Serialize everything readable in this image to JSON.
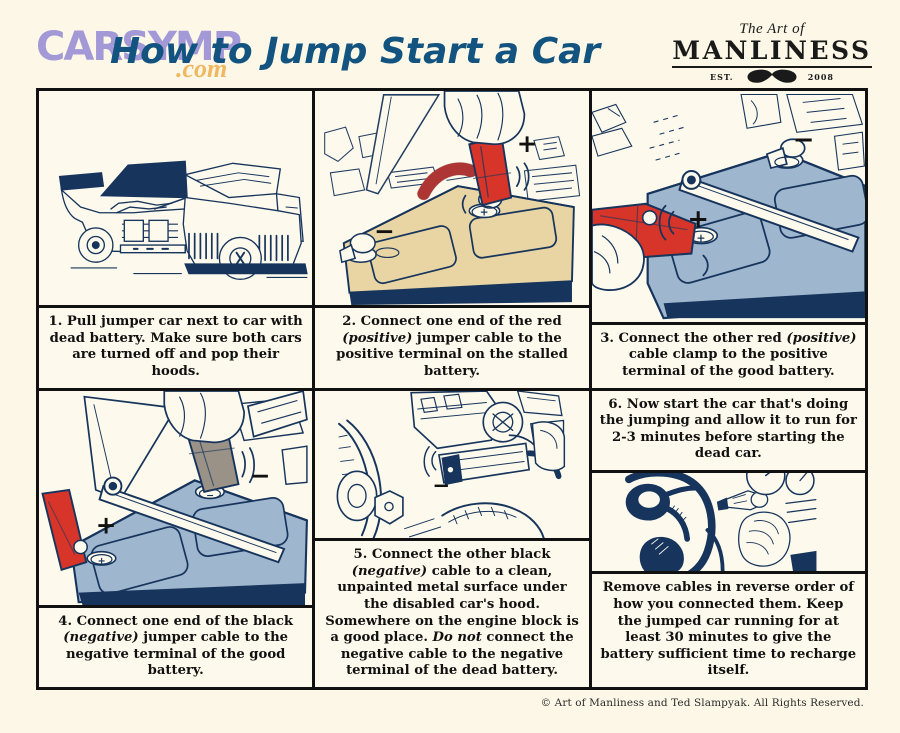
{
  "page": {
    "background_color": "#fcf7e6",
    "ink_color": "#17355c",
    "accent_red": "#d8352a",
    "battery_tan": "#e8d5a3",
    "battery_blue": "#9fb6cf",
    "border_color": "#111111"
  },
  "header": {
    "title": "How to Jump Start a Car",
    "title_color": "#12537f",
    "watermark": {
      "brand": "CARSYMP",
      "suffix": ".com",
      "brand_color": "#8b7fd4",
      "suffix_color": "#f0b860"
    },
    "logo": {
      "script_line": "The Art of",
      "main_line": "MANLINESS",
      "est_label": "EST.",
      "est_year": "2008",
      "mustache_icon": "mustache-icon"
    }
  },
  "panels": [
    {
      "number": "1",
      "art_name": "two-cars-hoods-open-illustration",
      "caption": "1. Pull jumper car next to car with dead battery. Make sure both cars are turned off and pop their hoods."
    },
    {
      "number": "2",
      "art_name": "red-clamp-on-stalled-battery-positive-illustration",
      "caption_parts": [
        {
          "text": "2. Connect one end of the red ",
          "italic": false
        },
        {
          "text": "(positive)",
          "italic": true
        },
        {
          "text": " jumper cable to the positive terminal on the stalled battery.",
          "italic": false
        }
      ],
      "terminal_marks": [
        "+",
        "−"
      ]
    },
    {
      "number": "3",
      "art_name": "red-clamp-on-good-battery-positive-illustration",
      "caption_parts": [
        {
          "text": "3. Connect the other red ",
          "italic": false
        },
        {
          "text": "(positive)",
          "italic": true
        },
        {
          "text": " cable clamp to the positive terminal of the good battery.",
          "italic": false
        }
      ],
      "terminal_marks": [
        "+",
        "−"
      ]
    },
    {
      "number": "4",
      "art_name": "black-clamp-on-good-battery-negative-illustration",
      "caption_parts": [
        {
          "text": "4. Connect one end of the black ",
          "italic": false
        },
        {
          "text": "(negative)",
          "italic": true
        },
        {
          "text": " jumper cable to the negative terminal of the good battery.",
          "italic": false
        }
      ],
      "terminal_marks": [
        "+",
        "−"
      ]
    },
    {
      "number": "5",
      "art_name": "black-clamp-on-engine-block-illustration",
      "caption_parts": [
        {
          "text": "5. Connect the other black ",
          "italic": false
        },
        {
          "text": "(negative)",
          "italic": true
        },
        {
          "text": " cable to a clean, unpainted metal surface under the disabled car's hood. Somewhere on the engine block is a good place. ",
          "italic": false
        },
        {
          "text": "Do not",
          "italic": true
        },
        {
          "text": " connect the negative cable to the negative terminal of the dead battery.",
          "italic": false
        }
      ],
      "terminal_marks": [
        "−"
      ]
    },
    {
      "number": "6",
      "art_name": "hand-turning-ignition-key-illustration",
      "caption_top": "6. Now start the car that's doing the jumping and allow it to run for 2-3 minutes before starting the dead car.",
      "caption_bottom": "Remove cables in reverse order of how you connected them. Keep the jumped car running for at least 30 minutes to give the battery sufficient time to recharge itself."
    }
  ],
  "footer": {
    "copyright": "© Art of Manliness and Ted Slampyak. All Rights Reserved."
  }
}
